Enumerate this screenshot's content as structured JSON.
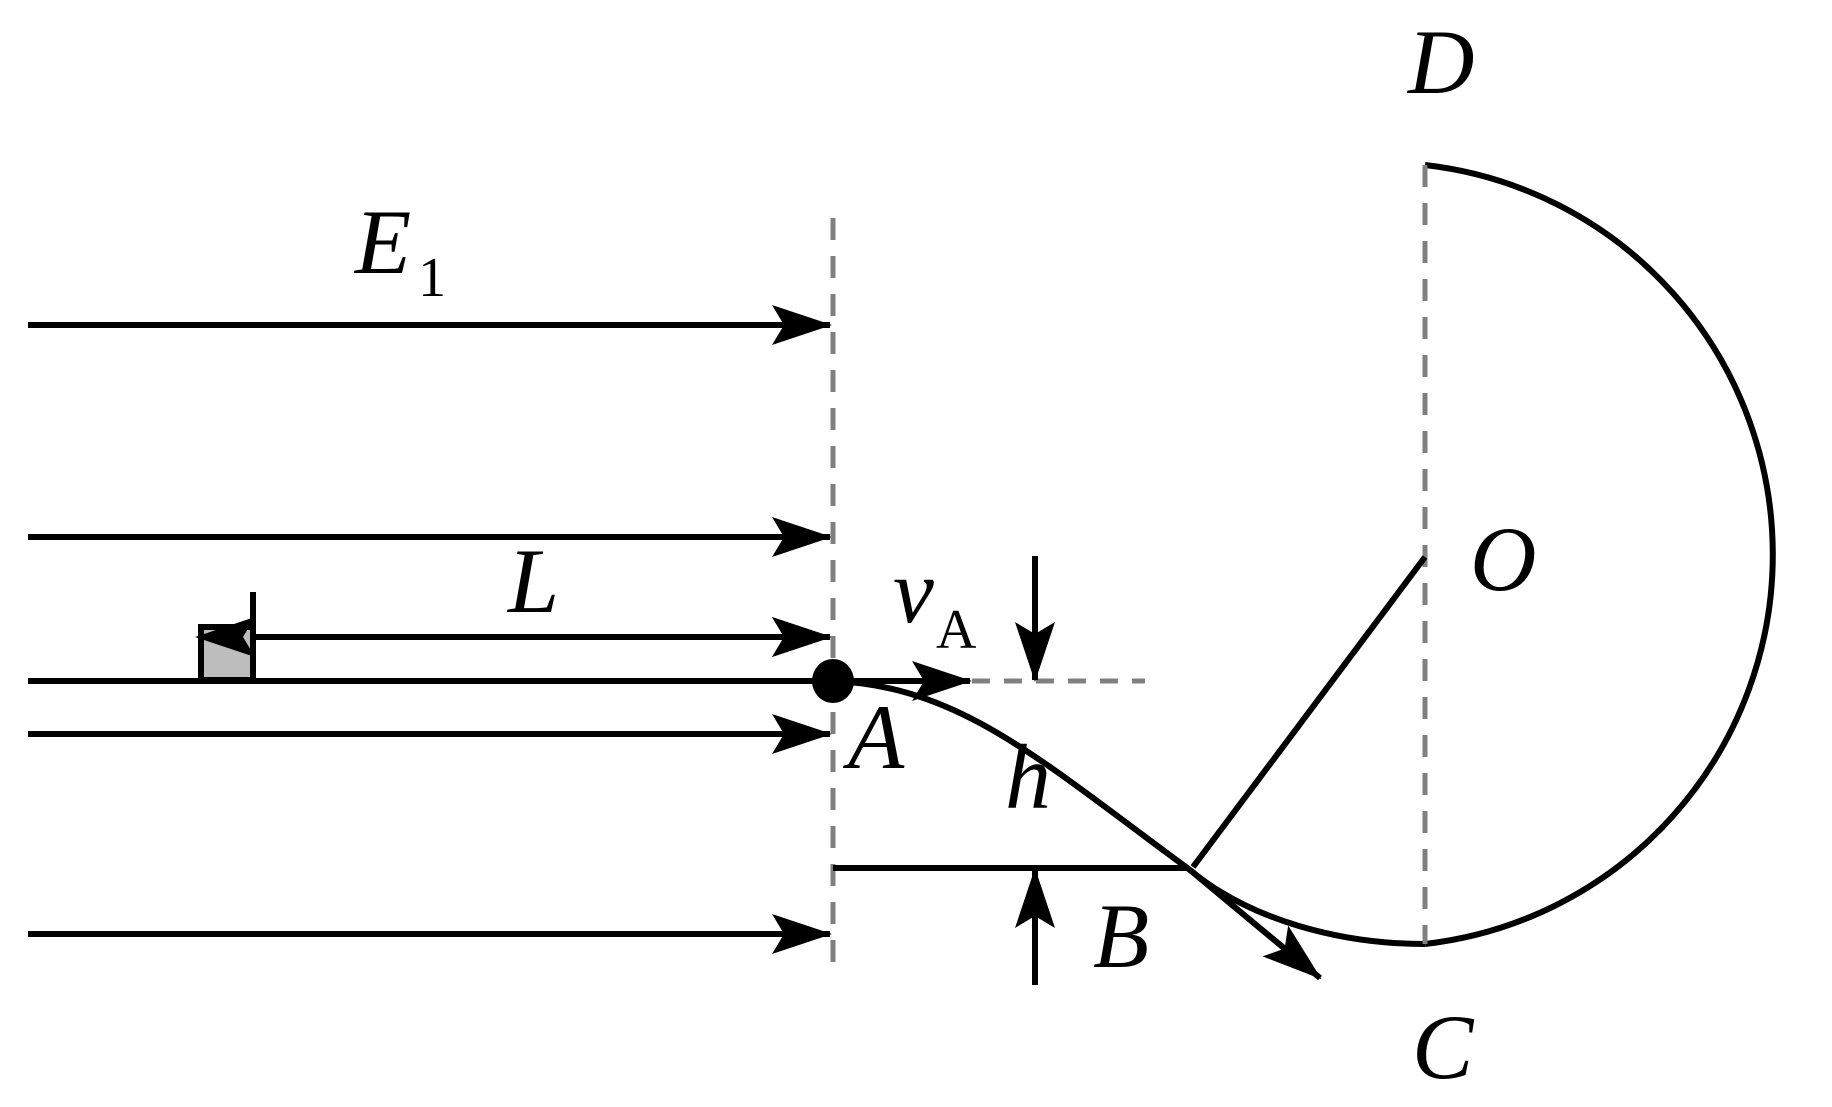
{
  "labels": {
    "field": "E",
    "field_subscript": "1",
    "length": "L",
    "velocity": "v",
    "velocity_subscript": "A",
    "point_a": "A",
    "point_b": "B",
    "point_c": "C",
    "point_d": "D",
    "point_o": "O",
    "height": "h"
  },
  "colors": {
    "line": "#000000",
    "dashed": "#808080",
    "block_fill": "#bdbdbd"
  }
}
